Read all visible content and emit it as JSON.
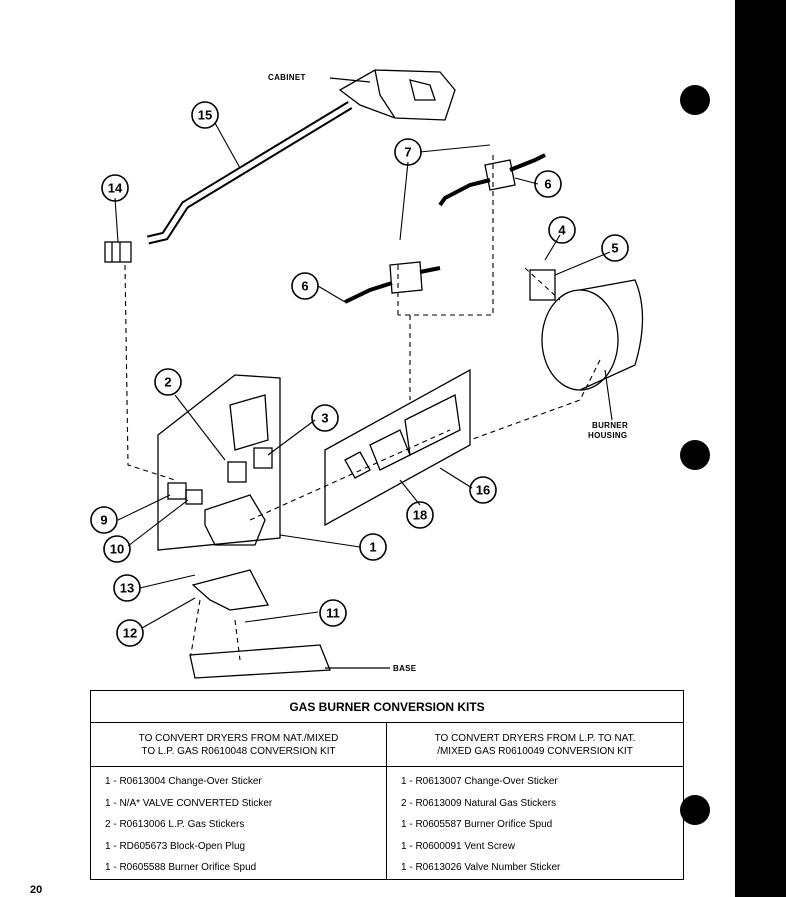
{
  "diagram": {
    "labels": {
      "cabinet": "CABINET",
      "burner_housing_line1": "BURNER",
      "burner_housing_line2": "HOUSING",
      "base": "BASE"
    },
    "callouts": [
      "1",
      "2",
      "3",
      "4",
      "5",
      "6",
      "6",
      "7",
      "9",
      "10",
      "11",
      "12",
      "13",
      "14",
      "15",
      "16",
      "18"
    ]
  },
  "kit_table": {
    "title": "GAS BURNER CONVERSION KITS",
    "left": {
      "heading_line1": "TO CONVERT DRYERS FROM  NAT./MIXED",
      "heading_line2": "TO L.P. GAS R0610048 CONVERSION KIT",
      "items": [
        "1 -  R0613004  Change-Over Sticker",
        "1 -  N/A* VALVE CONVERTED Sticker",
        "2 -  R0613006  L.P. Gas Stickers",
        "1 -  RD605673  Block-Open Plug",
        "1 -  R0605588 Burner Orifice Spud"
      ]
    },
    "right": {
      "heading_line1": "TO CONVERT DRYERS FROM L.P. TO NAT.",
      "heading_line2": "/MIXED GAS R0610049 CONVERSION KIT",
      "items": [
        "1 -  R0613007 Change-Over Sticker",
        "2 -  R0613009 Natural Gas Stickers",
        "1 -  R0605587 Burner Orifice Spud",
        "1 -  R0600091 Vent Screw",
        "1 -  R0613026 Valve Number Sticker"
      ]
    }
  },
  "page_number": "20"
}
